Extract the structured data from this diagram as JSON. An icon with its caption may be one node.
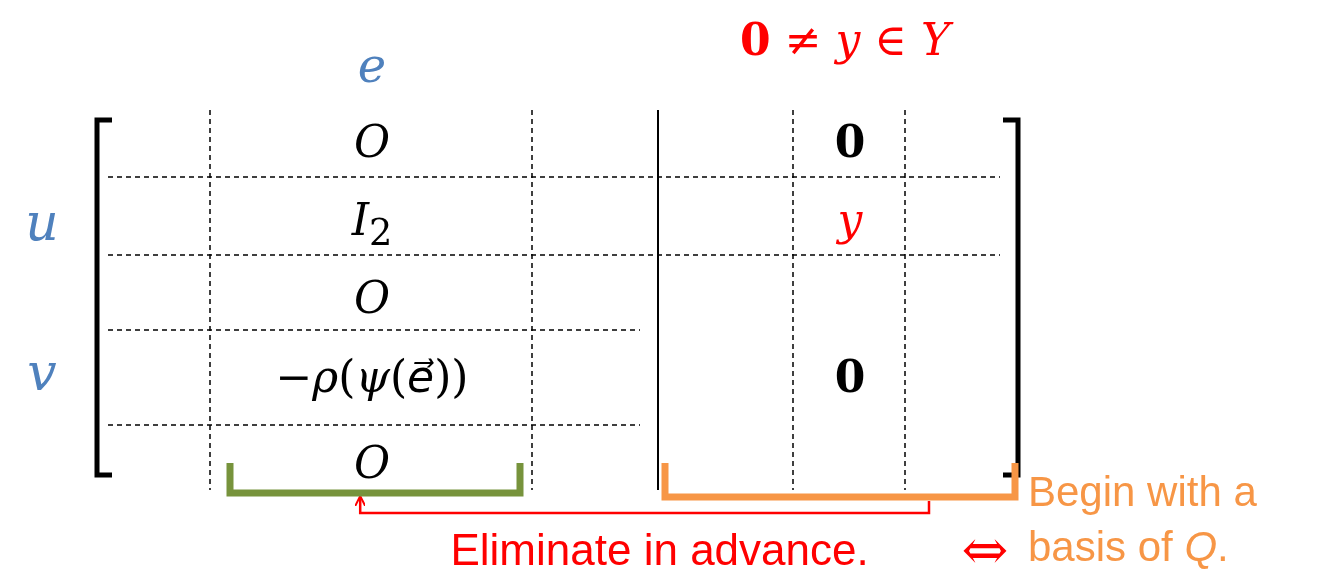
{
  "diagram": {
    "nodes": [
      {
        "text": [],
        "shape": "bracket"
      },
      {
        "text": [],
        "shape": "bracket",
        "beside": [
          "Begin with a basis of *Q*."
        ]
      }
    ],
    "edges": [
      {
        "from": 1,
        "to": 0,
        "arrow": "to",
        "label": "Eliminate in advance.",
        "color": "#ff0000"
      }
    ],
    "labels": [
      "**0** ≠ *y* ∈ *Y*",
      "*e*",
      "*O*",
      "0",
      "*u*",
      "*I*$_{2}$",
      "*y*",
      "*O*",
      "*v*",
      "−*ρ*(*ψ*(*e⃗*))",
      "0",
      "*O*",
      "⇔"
    ]
  }
}
